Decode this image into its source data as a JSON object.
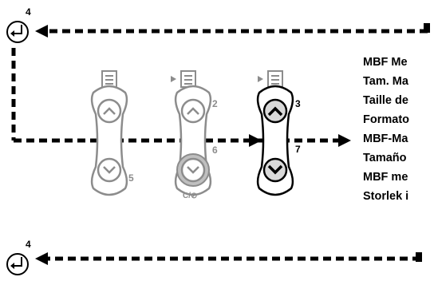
{
  "steps": {
    "return_top": "4",
    "return_bottom": "4",
    "up_left": "",
    "down_left": "5",
    "up_middle": "2",
    "down_middle": "6",
    "up_right": "3",
    "down_right": "7"
  },
  "cancel_label": "C/⊘",
  "menu_items": [
    "MBF Me",
    "Tam. Ma",
    "Taille de",
    "Formato",
    "MBF-Ma",
    "Tamaño",
    "MBF me",
    "Storlek i"
  ],
  "colors": {
    "line": "#000000",
    "inactive": "#8c8c8c",
    "active_fill": "#d9d9d9",
    "button_bg": "#ffffff"
  },
  "icons": {
    "return": "return-enter-icon",
    "menu": "menu-list-icon",
    "menu_select": "menu-select-arrow-icon",
    "up": "chevron-up-icon",
    "down": "chevron-down-icon"
  }
}
